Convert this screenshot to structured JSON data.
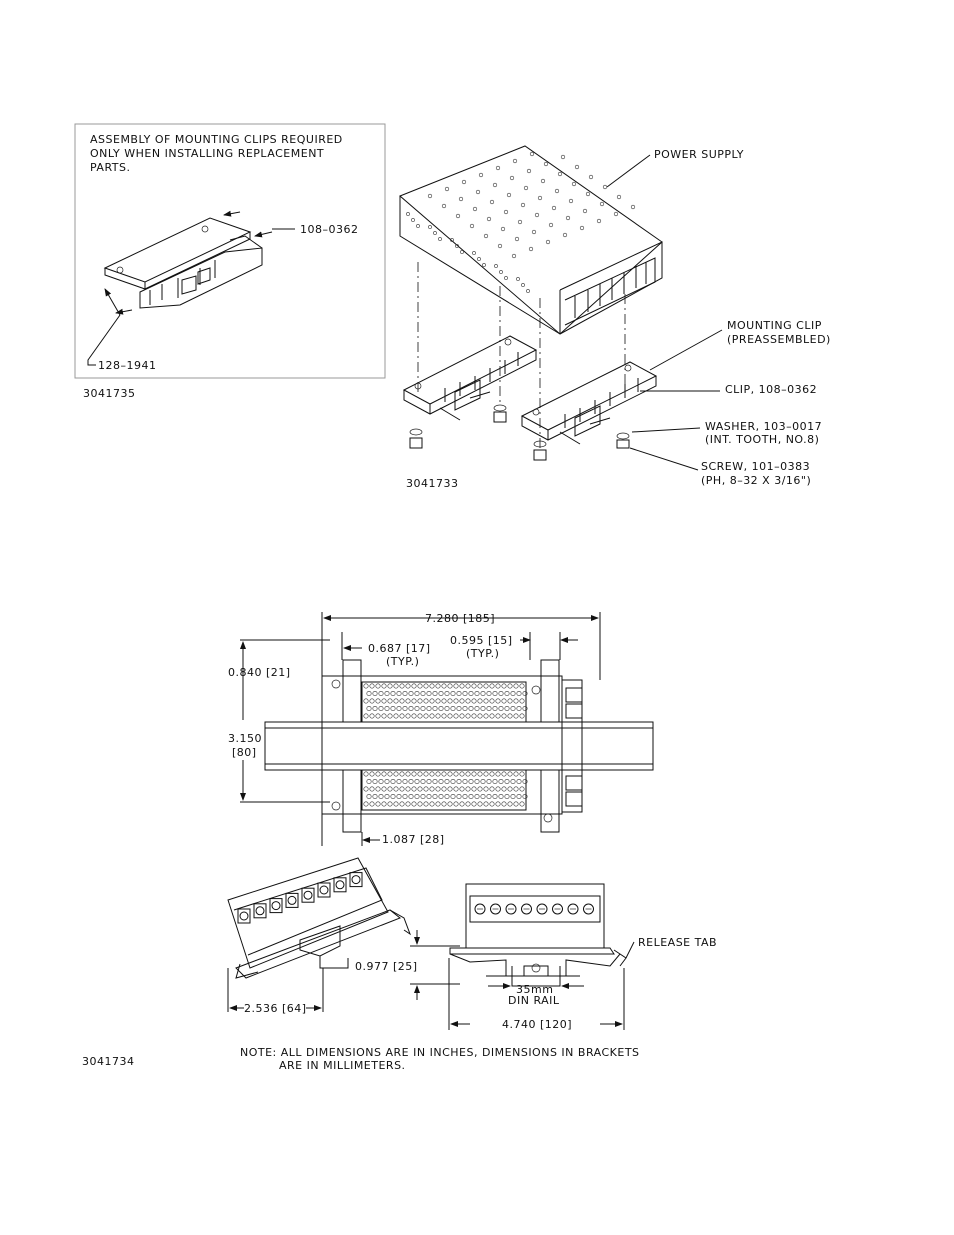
{
  "top_section": {
    "inset_note": [
      "ASSEMBLY OF MOUNTING CLIPS REQUIRED",
      "ONLY WHEN INSTALLING REPLACEMENT",
      "PARTS."
    ],
    "inset_part_a": "108–0362",
    "inset_part_b": "128–1941",
    "inset_drawing_no": "3041735",
    "power_supply_label": "POWER SUPPLY",
    "mounting_clip_label": [
      "MOUNTING CLIP",
      "(PREASSEMBLED)"
    ],
    "clip_label": "CLIP, 108–0362",
    "washer_label": [
      "WASHER, 103–0017",
      "(INT. TOOTH, NO.8)"
    ],
    "screw_label": [
      "SCREW, 101–0383",
      "(PH, 8–32 X 3/16\")"
    ],
    "main_drawing_no": "3041733"
  },
  "bottom_section": {
    "dim_overall_width": "7.280 [185]",
    "dim_clip_offset": "0.687 [17]",
    "dim_clip_offset_typ": "(TYP.)",
    "dim_clip_width": "0.595 [15]",
    "dim_clip_width_typ": "(TYP.)",
    "dim_top_height": "0.840 [21]",
    "dim_rail_spacing": [
      "3.150",
      "[80]"
    ],
    "dim_clip_depth": "1.087 [28]",
    "dim_side_depth": "2.536 [64]",
    "dim_height": "0.977 [25]",
    "din_rail": [
      "35mm",
      "DIN RAIL"
    ],
    "release_tab": "RELEASE TAB",
    "dim_end_width": "4.740 [120]",
    "note": [
      "NOTE:  ALL DIMENSIONS ARE IN INCHES, DIMENSIONS IN BRACKETS",
      "ARE IN MILLIMETERS."
    ],
    "drawing_no": "3041734"
  }
}
